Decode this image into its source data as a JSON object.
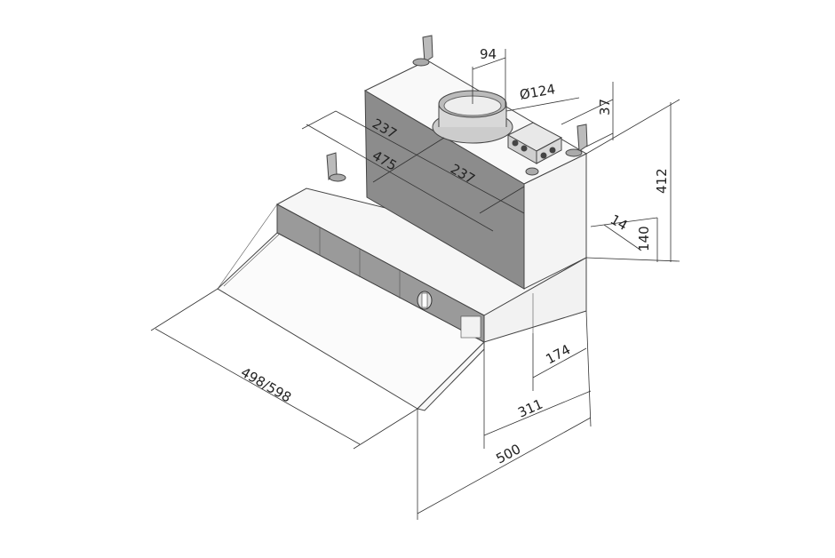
{
  "drawing": {
    "dimensions": {
      "spigot_offset": "94",
      "spigot_diameter": "Ø124",
      "box_height_offset": "37",
      "half_width_top": "237",
      "total_width": "475",
      "half_width_front": "237",
      "total_height": "412",
      "ledge": "14",
      "canopy_height": "140",
      "depth_inner": "174",
      "depth_mid": "311",
      "depth_total": "500",
      "visor_width": "498/598"
    },
    "colors": {
      "panel": "#8c8c8c",
      "control_strip": "#9a9a9a",
      "line": "#333333"
    }
  }
}
